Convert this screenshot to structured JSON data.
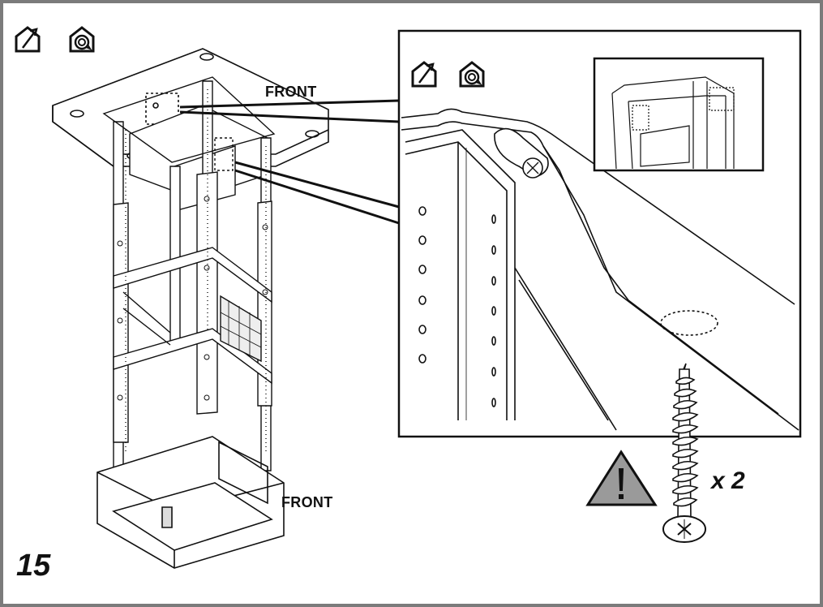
{
  "figure": {
    "step_number": "15",
    "front_label_top": "FRONT",
    "front_label_bottom": "FRONT",
    "quantity_label": "x 2"
  },
  "icons": {
    "top_left": [
      "house-extraction-icon",
      "house-recirculation-icon"
    ],
    "detail_panel": [
      "house-extraction-icon",
      "house-recirculation-icon"
    ],
    "warning": "warning-triangle-icon",
    "fastener": "wood-screw-icon"
  },
  "colors": {
    "frame": "#7b7b7b",
    "line": "#111111",
    "warning_fill": "#9a9a9a"
  }
}
